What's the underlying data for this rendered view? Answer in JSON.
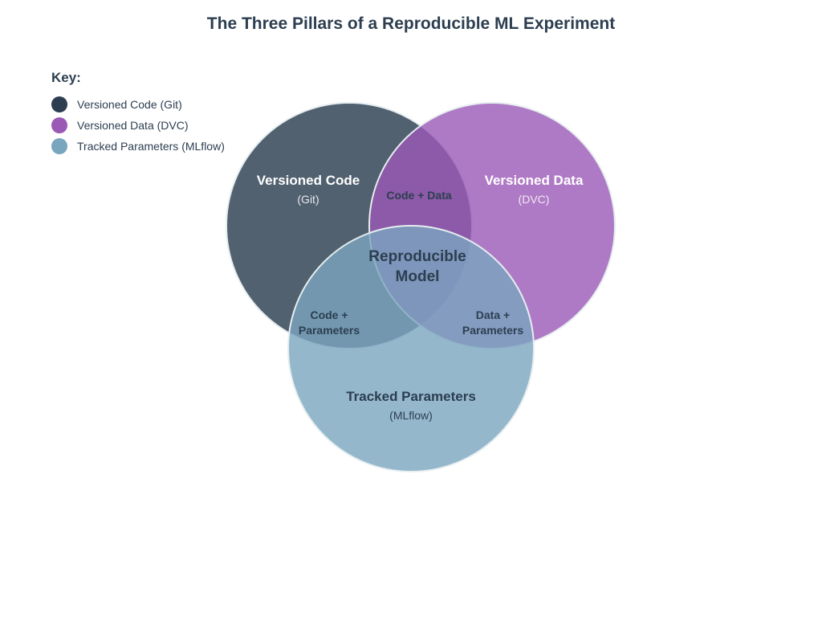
{
  "title": "The Three Pillars of a Reproducible ML Experiment",
  "legend": {
    "heading": "Key:",
    "items": [
      {
        "label": "Versioned Code (Git)",
        "color": "#2c3e50"
      },
      {
        "label": "Versioned Data (DVC)",
        "color": "#9b59b6"
      },
      {
        "label": "Tracked Parameters (MLflow)",
        "color": "#7aa5bf"
      }
    ]
  },
  "sets": {
    "code": {
      "title": "Versioned Code",
      "subtitle": "(Git)",
      "color": "#2c3e50"
    },
    "data": {
      "title": "Versioned Data",
      "subtitle": "(DVC)",
      "color": "#9b59b6"
    },
    "params": {
      "title": "Tracked Parameters",
      "subtitle": "(MLflow)",
      "color": "#7aa5bf"
    }
  },
  "intersections": {
    "code_data": "Code + Data",
    "code_params_1": "Code +",
    "code_params_2": "Parameters",
    "data_params_1": "Data +",
    "data_params_2": "Parameters",
    "center_1": "Reproducible",
    "center_2": "Model"
  }
}
